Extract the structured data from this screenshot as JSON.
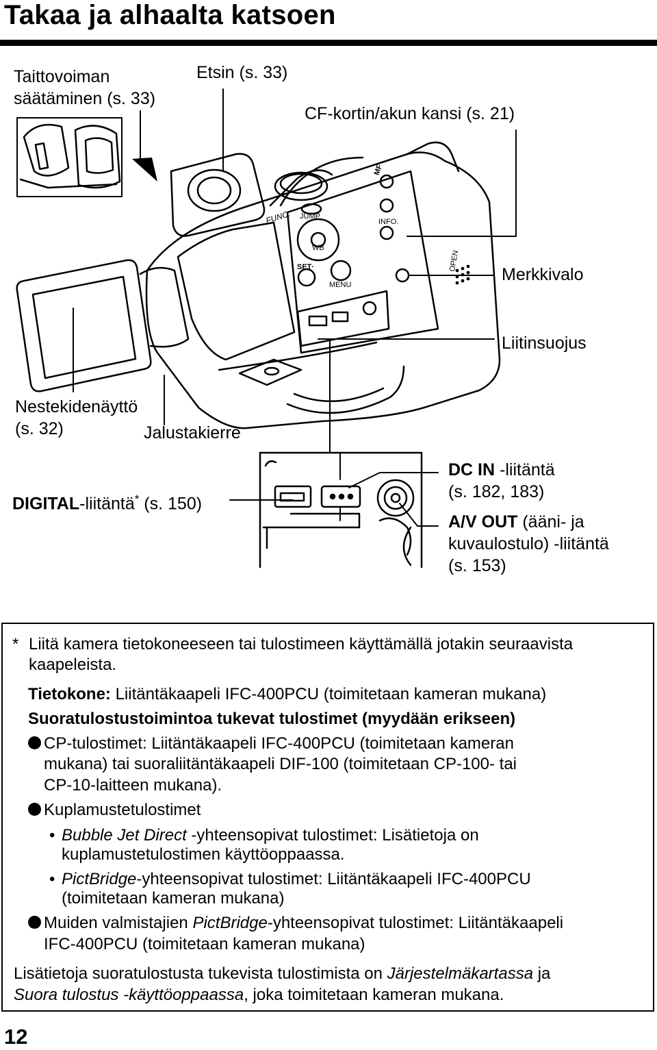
{
  "page": {
    "title": "Takaa ja alhaalta katsoen",
    "page_number": "12"
  },
  "labels": {
    "diopter": [
      "Taittovoiman",
      "säätäminen (s. 33)"
    ],
    "viewfinder": "Etsin (s. 33)",
    "cf_cover": "CF-kortin/akun kansi (s. 21)",
    "indicator": "Merkkivalo",
    "terminal_cover": "Liitinsuojus",
    "lcd": [
      "Nestekidenäyttö",
      "(s. 32)"
    ],
    "tripod": "Jalustakierre",
    "digital_bold": "DIGITAL",
    "digital_rest": "-liitäntä",
    "digital_star": "*",
    "digital_page": " (s. 150)",
    "dcin_bold": "DC IN",
    "dcin_rest": " -liitäntä",
    "dcin_page": "(s. 182, 183)",
    "av_bold": "A/V OUT",
    "av_rest": " (ääni- ja",
    "av_line2": "kuvaulostulo) -liitäntä",
    "av_page": "(s. 153)"
  },
  "camera_marks": {
    "func": "FUNC.",
    "jump": "JUMP",
    "wb": "WB",
    "set": "SET·",
    "menu": "MENU",
    "info": "INFO.",
    "mf": "MF",
    "open": "OPEN"
  },
  "note": {
    "star": "*",
    "intro": [
      "Liitä kamera tietokoneeseen tai tulostimeen käyttämällä jotakin seuraavista",
      "kaapeleista."
    ],
    "pc_bold": "Tietokone:",
    "pc_rest": " Liitäntäkaapeli IFC-400PCU (toimitetaan kameran mukana)",
    "direct_heading": "Suoratulostustoimintoa tukevat tulostimet (myydään erikseen)",
    "cp_lines": [
      "CP-tulostimet: Liitäntäkaapeli IFC-400PCU (toimitetaan kameran",
      "mukana) tai suoraliitäntäkaapeli DIF-100 (toimitetaan CP-100- tai",
      "CP-10-laitteen mukana)."
    ],
    "bubble_heading": "Kuplamustetulostimet",
    "bj_italic": "Bubble Jet Direct",
    "bj_rest": " -yhteensopivat tulostimet: Lisätietoja on",
    "bj_line2": "kuplamustetulostimen käyttöoppaassa.",
    "pb_italic": "PictBridge",
    "pb_rest": "-yhteensopivat tulostimet: Liitäntäkaapeli IFC-400PCU",
    "pb_line2": "(toimitetaan kameran mukana)",
    "other_pre": "Muiden valmistajien ",
    "other_italic": "PictBridge",
    "other_rest": "-yhteensopivat tulostimet: Liitäntäkaapeli",
    "other_line2": "IFC-400PCU (toimitetaan kameran mukana)",
    "footer_pre": "Lisätietoja suoratulostusta tukevista tulostimista on ",
    "footer_italic1": "Järjestelmäkartassa",
    "footer_mid": " ja",
    "footer_italic2": "Suora tulostus -käyttöoppaassa",
    "footer_rest": ", joka toimitetaan kameran mukana."
  }
}
